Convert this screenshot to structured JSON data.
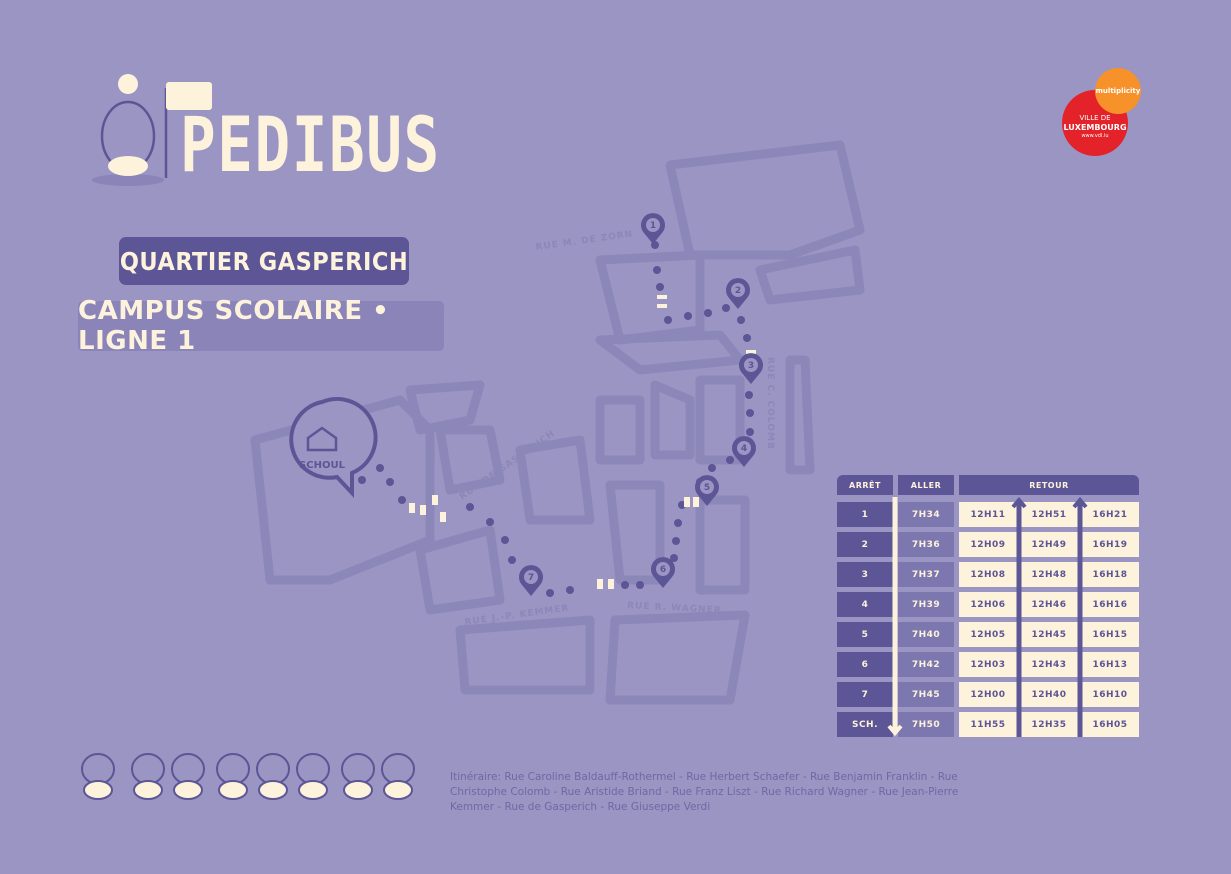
{
  "header": {
    "logo_text": "PEDIBUS",
    "neighborhood": "QUARTIER GASPERICH",
    "line": "CAMPUS SCOLAIRE • LIGNE 1"
  },
  "partners": {
    "city_label": "VILLE DE",
    "city_name": "LUXEMBOURG",
    "city_url": "www.vdl.lu",
    "partner": "multiplicity"
  },
  "map": {
    "streets": [
      "RUE M. DE ZORN",
      "RUE C. COLOMB",
      "RUE DE GASPERICH",
      "RUE J.-P. KEMMER",
      "RUE R. WAGNER"
    ],
    "school_label": "SCHOUL",
    "stops": [
      "1",
      "2",
      "3",
      "4",
      "5",
      "6",
      "7"
    ]
  },
  "timetable": {
    "headers": {
      "stop": "ARRÊT",
      "outbound": "ALLER",
      "return": "RETOUR"
    },
    "rows": [
      {
        "stop": "1",
        "aller": "7H34",
        "retour": [
          "12H11",
          "12H51",
          "16H21"
        ]
      },
      {
        "stop": "2",
        "aller": "7H36",
        "retour": [
          "12H09",
          "12H49",
          "16H19"
        ]
      },
      {
        "stop": "3",
        "aller": "7H37",
        "retour": [
          "12H08",
          "12H48",
          "16H18"
        ]
      },
      {
        "stop": "4",
        "aller": "7H39",
        "retour": [
          "12H06",
          "12H46",
          "16H16"
        ]
      },
      {
        "stop": "5",
        "aller": "7H40",
        "retour": [
          "12H05",
          "12H45",
          "16H15"
        ]
      },
      {
        "stop": "6",
        "aller": "7H42",
        "retour": [
          "12H03",
          "12H43",
          "16H13"
        ]
      },
      {
        "stop": "7",
        "aller": "7H45",
        "retour": [
          "12H00",
          "12H40",
          "16H10"
        ]
      },
      {
        "stop": "SCH.",
        "aller": "7H50",
        "retour": [
          "11H55",
          "12H35",
          "16H05"
        ]
      }
    ]
  },
  "itinerary": "Itinéraire: Rue Caroline Baldauff-Rothermel - Rue Herbert Schaefer - Rue Benjamin Franklin - Rue Christophe Colomb - Rue Aristide Briand - Rue Franz Liszt - Rue Richard Wagner - Rue Jean-Pierre Kemmer - Rue de Gasperich - Rue Giuseppe Verdi",
  "colors": {
    "background": "#9a95c2",
    "dark": "#5c5596",
    "cream": "#fdf2dc",
    "red": "#e42229",
    "orange": "#f7922a"
  }
}
